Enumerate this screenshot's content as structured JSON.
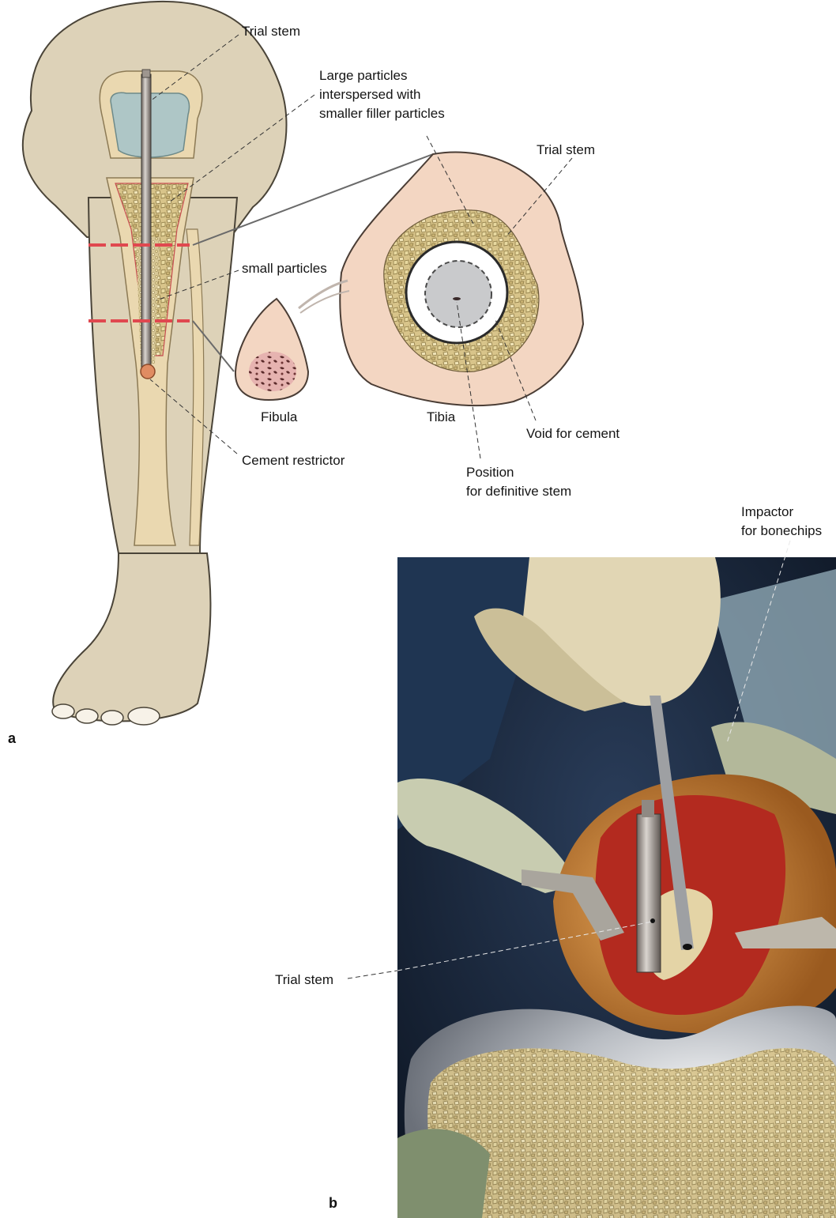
{
  "panel_a": {
    "letter": "a",
    "labels": {
      "trial_stem_top": "Trial stem",
      "large_particles": [
        "Large particles",
        "interspersed with",
        "smaller filler particles"
      ],
      "trial_stem_section": "Trial stem",
      "small_particles": "small particles",
      "fibula": "Fibula",
      "tibia": "Tibia",
      "void_for_cement": "Void for cement",
      "cement_restrictor": "Cement restrictor",
      "position_definitive_stem": [
        "Position",
        "for definitive stem"
      ]
    }
  },
  "panel_b": {
    "letter": "b",
    "labels": {
      "impactor": [
        "Impactor",
        "for bonechips"
      ],
      "trial_stem": "Trial stem"
    }
  },
  "colors": {
    "skin": "#ddd2b8",
    "bone": "#ead8b0",
    "cortex_section": "#f3d6c2",
    "graft_chips": "#d9c58a",
    "cartilage": "#aec6c6",
    "cut_line": "#e0484f",
    "photo_background": "#1b2b44",
    "wound": "#b32a1f",
    "bowl": "#b8bcc2"
  }
}
